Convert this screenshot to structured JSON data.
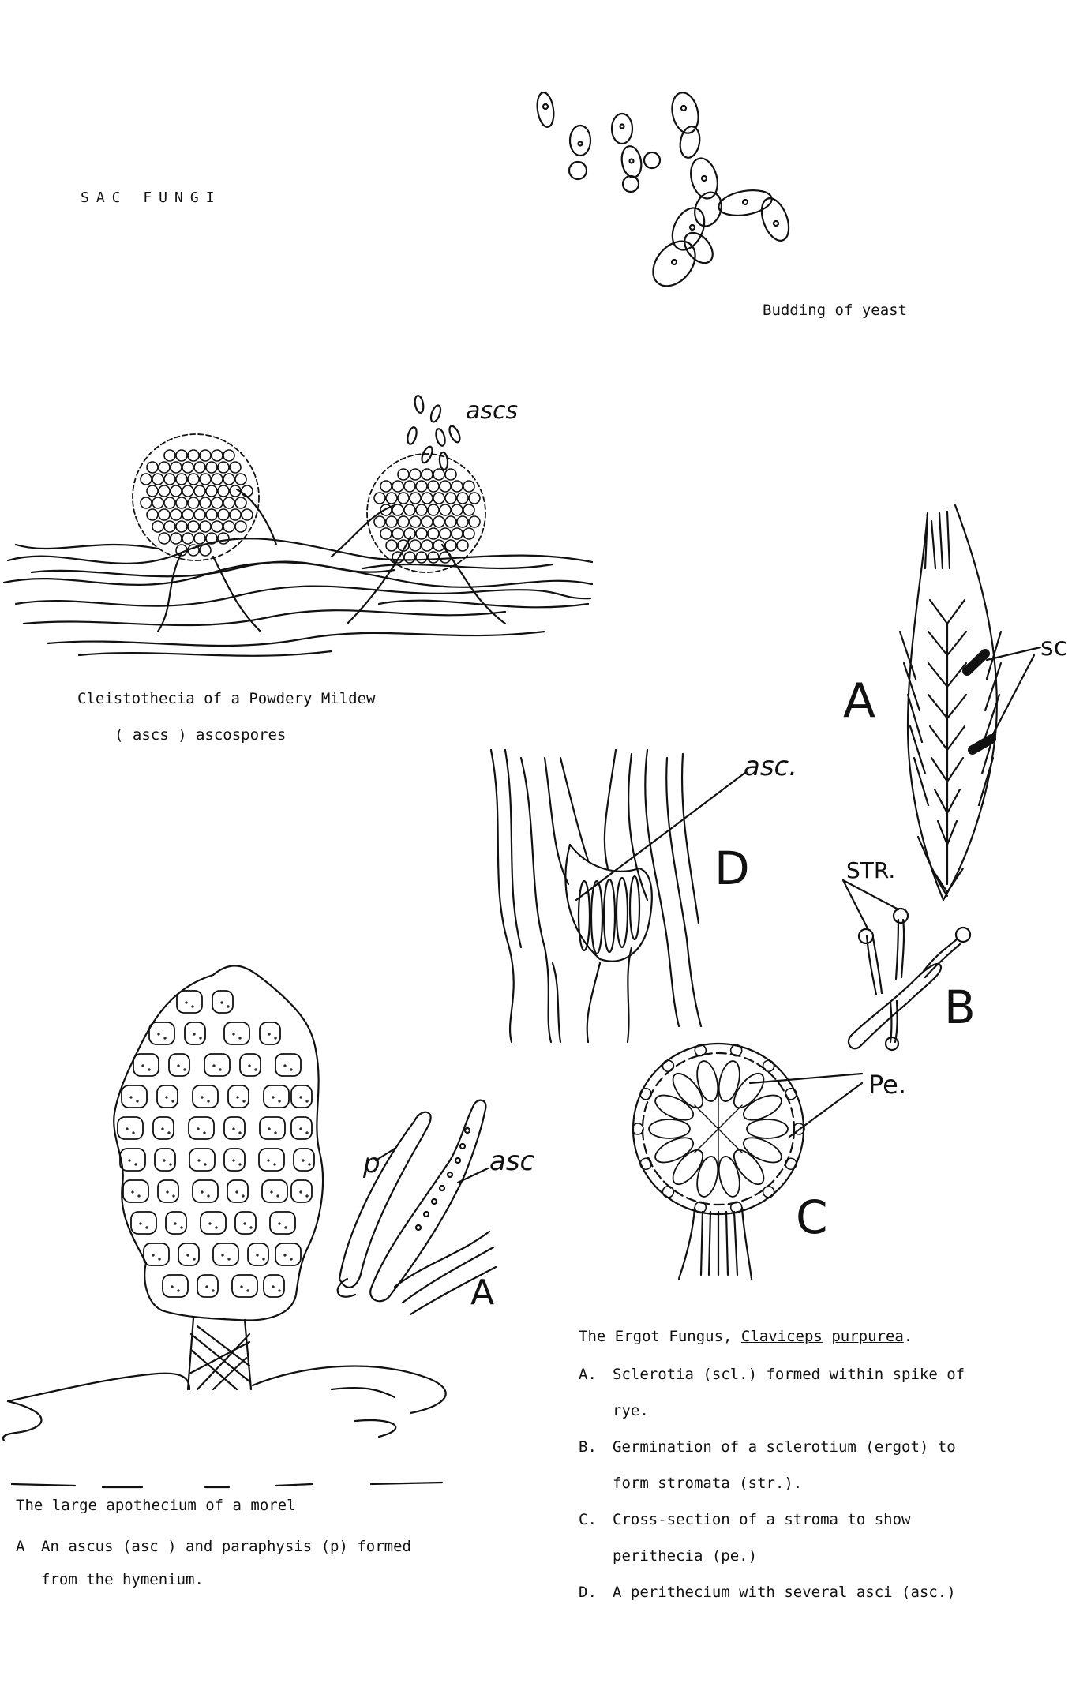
{
  "page_title": "SAC FUNGI",
  "yeast": {
    "caption": "Budding of yeast"
  },
  "mildew": {
    "label": "ascs",
    "caption_line1": "Cleistothecia of a Powdery Mildew",
    "caption_line2": "( ascs ) ascospores"
  },
  "ergot": {
    "labels": {
      "sc": "sc",
      "a": "A",
      "str": "STR.",
      "b": "B",
      "pe": "Pe.",
      "c": "C",
      "d": "D",
      "asc": "asc."
    },
    "caption_title_prefix": "The Ergot Fungus, ",
    "caption_title_genus": "Claviceps",
    "caption_title_species": "purpurea",
    "caption_title_suffix": ".",
    "items": [
      {
        "letter": "A.",
        "line1": "Sclerotia (scl.) formed within spike of",
        "line2": "rye."
      },
      {
        "letter": "B.",
        "line1": "Germination of a sclerotium (ergot) to",
        "line2": "form stromata (str.)."
      },
      {
        "letter": "C.",
        "line1": "Cross-section of a stroma to show",
        "line2": "perithecia (pe.)"
      },
      {
        "letter": "D.",
        "line1": "A perithecium with several asci (asc.)",
        "line2": ""
      }
    ]
  },
  "morel": {
    "labels": {
      "p": "p",
      "asc": "asc",
      "a": "A"
    },
    "caption_line1": "The large apothecium of a morel",
    "caption_item_letter": "A",
    "caption_item_line1": "An ascus (asc ) and paraphysis (p) formed",
    "caption_item_line2": "from the hymenium."
  }
}
